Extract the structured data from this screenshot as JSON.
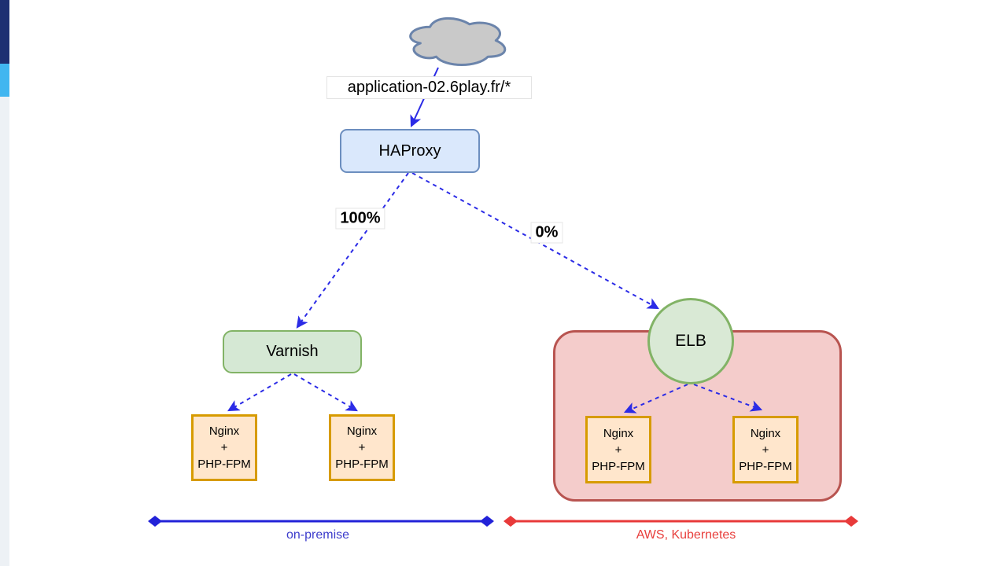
{
  "diagram": {
    "cloud": {
      "label": "application-02.6play.fr/*"
    },
    "nodes": {
      "haproxy": {
        "label": "HAProxy"
      },
      "varnish": {
        "label": "Varnish"
      },
      "elb": {
        "label": "ELB"
      },
      "nginx": {
        "line1": "Nginx",
        "line2": "+",
        "line3": "PHP-FPM"
      }
    },
    "edge_labels": {
      "to_varnish": "100%",
      "to_elb": "0%"
    },
    "regions": {
      "on_premise": {
        "label": "on-premise",
        "color": "#3d3dcc"
      },
      "aws": {
        "label": "AWS, Kubernetes",
        "color": "#e8403d"
      }
    },
    "colors": {
      "arrow_blue": "#2b2be6",
      "haproxy_fill": "#dae8fc",
      "haproxy_border": "#6c8ebf",
      "green_fill": "#d5e8d4",
      "green_border": "#82b366",
      "nginx_fill": "#ffe6cc",
      "nginx_border": "#d79b00",
      "aws_group_fill": "#f4cccb",
      "aws_group_border": "#b85450",
      "cloud_fill": "#c9c9c9",
      "cloud_border": "#6b84ab",
      "region_line_blue": "#2222d8",
      "region_line_red": "#e83a3a",
      "sidebar_navy": "#1e2f72",
      "sidebar_blue": "#41b6f0",
      "sidebar_gray": "#edf1f5"
    }
  }
}
